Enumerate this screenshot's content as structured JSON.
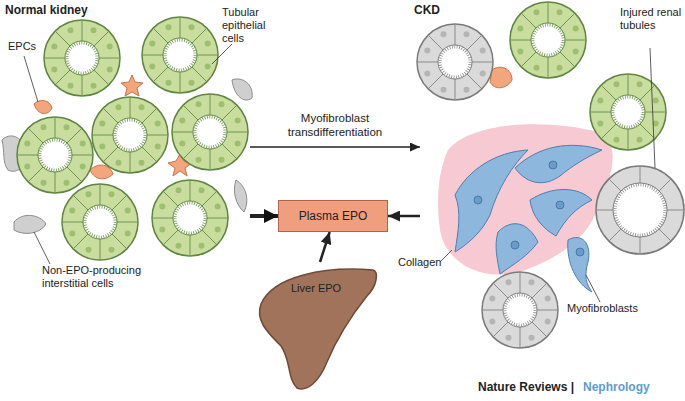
{
  "diagram": {
    "nodes": [
      {
        "text": [
          "Normal kidney"
        ]
      },
      {
        "text": [
          "CKD"
        ]
      },
      {
        "text": [
          "Plasma EPO"
        ]
      },
      {
        "text": [
          "Liver EPO"
        ]
      }
    ],
    "edges": [
      {
        "from": 0,
        "to": 1,
        "arrow": "to",
        "label": "Myofibroblast transdifferentiation"
      },
      {
        "from": 0,
        "to": 2,
        "arrow": "to"
      },
      {
        "from": 1,
        "to": 2,
        "arrow": "to"
      },
      {
        "from": 3,
        "to": 2,
        "arrow": "to"
      }
    ],
    "labels": [
      "EPCs",
      "Tubular epithelial cells",
      "Non-EPO-producing interstitial cells",
      "Injured renal tubules",
      "Collagen",
      "Myofibroblasts",
      "Nature Reviews |",
      "Nephrology"
    ]
  }
}
